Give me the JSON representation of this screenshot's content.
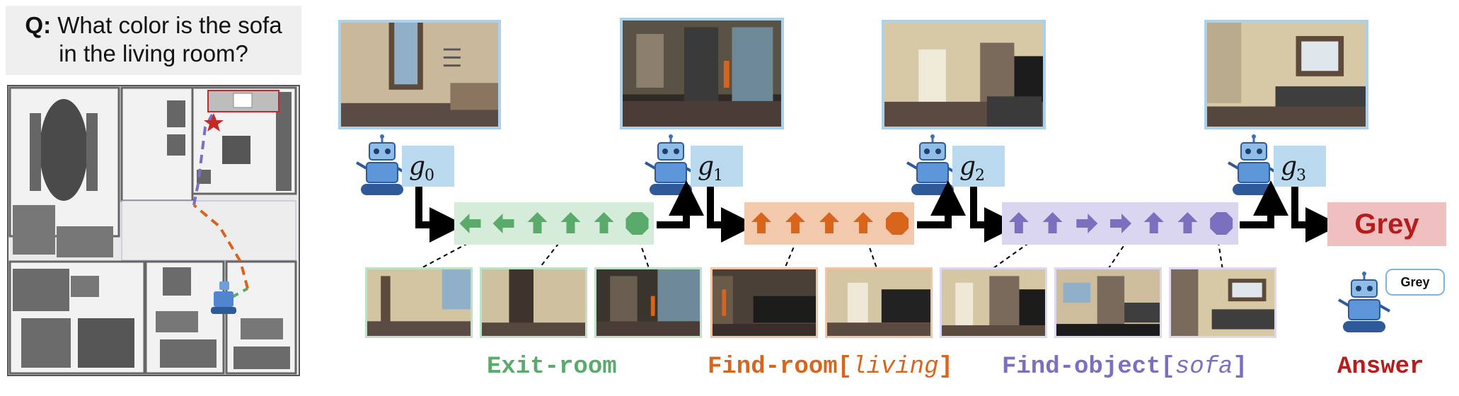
{
  "question": {
    "prefix": "Q:",
    "line1": "What color is the sofa",
    "line2": "in the living room?"
  },
  "goals": [
    {
      "var": "g",
      "sub": "0"
    },
    {
      "var": "g",
      "sub": "1"
    },
    {
      "var": "g",
      "sub": "2"
    },
    {
      "var": "g",
      "sub": "3"
    }
  ],
  "stages": [
    {
      "key": "exit",
      "label_plain": "Exit-room",
      "label_arg": "",
      "color": "#5aab6b",
      "band_color": "#d4ecd9",
      "actions": [
        "left",
        "left",
        "up",
        "up",
        "up",
        "stop"
      ]
    },
    {
      "key": "findroom",
      "label_plain": "Find-room[",
      "label_arg": "living",
      "label_close": "]",
      "color": "#d9651c",
      "band_color": "#f3c9ad",
      "actions": [
        "up",
        "up",
        "up",
        "up",
        "stop"
      ]
    },
    {
      "key": "findobject",
      "label_plain": "Find-object[",
      "label_arg": "sofa",
      "label_close": "]",
      "color": "#7b6fc0",
      "band_color": "#dad6f0",
      "actions": [
        "up",
        "up",
        "right",
        "right",
        "up",
        "up",
        "stop"
      ]
    }
  ],
  "answer": {
    "text": "Grey",
    "bubble": "Grey",
    "label": "Answer",
    "color": "#b71c1c"
  },
  "map_colors": {
    "nav_exit": "#5aab6b",
    "nav_room": "#d9651c",
    "nav_object": "#7b6fc0",
    "target": "#c62828"
  }
}
